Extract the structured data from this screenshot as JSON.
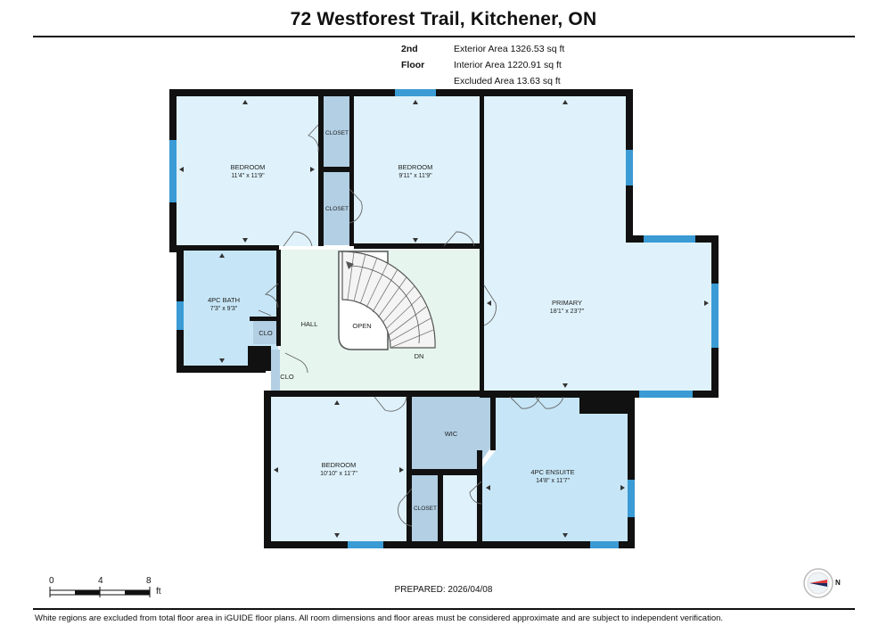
{
  "header": {
    "title": "72 Westforest Trail, Kitchener, ON"
  },
  "areas": {
    "floor_label": "2nd Floor",
    "exterior": "Exterior Area 1326.53 sq ft",
    "interior": "Interior Area 1220.91 sq ft",
    "excluded": "Excluded Area 13.63 sq ft"
  },
  "rooms": {
    "bedroom1": {
      "name": "BEDROOM",
      "dims": "11'4\" x 11'9\""
    },
    "bedroom2": {
      "name": "BEDROOM",
      "dims": "9'11\" x 11'9\""
    },
    "primary": {
      "name": "PRIMARY",
      "dims": "18'1\" x 23'7\""
    },
    "bath": {
      "name": "4PC BATH",
      "dims": "7'3\" x 9'3\""
    },
    "hall": {
      "name": "HALL"
    },
    "open": {
      "name": "OPEN"
    },
    "down": {
      "name": "DN"
    },
    "bedroom3": {
      "name": "BEDROOM",
      "dims": "10'10\" x 11'7\""
    },
    "wic": {
      "name": "WIC"
    },
    "ensuite": {
      "name": "4PC ENSUITE",
      "dims": "14'8\" x 11'7\""
    },
    "closet_a": {
      "name": "CLOSET"
    },
    "closet_b": {
      "name": "CLOSET"
    },
    "closet_c": {
      "name": "CLOSET"
    },
    "clo_a": {
      "name": "CLO"
    },
    "clo_b": {
      "name": "CLO"
    }
  },
  "scale_bar": {
    "labels": [
      "0",
      "4",
      "8"
    ],
    "unit": "ft"
  },
  "prepared": "PREPARED: 2026/04/08",
  "compass_label": "N",
  "footer": "White regions are excluded from total floor area in iGUIDE floor plans. All room dimensions and floor areas must be considered approximate and are subject to independent verification.",
  "colors": {
    "room_light": "#dff2fb",
    "room_mid": "#c6e6f7",
    "room_dark": "#b2cfe4",
    "hall": "#e6f5ee",
    "wall": "#111111",
    "window": "#3a9bd5"
  }
}
